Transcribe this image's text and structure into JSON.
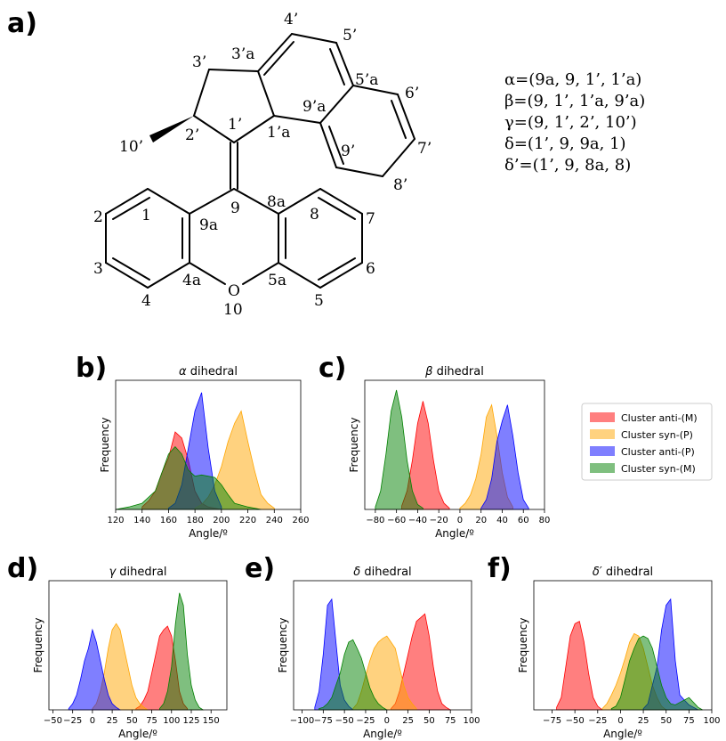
{
  "panel_labels": {
    "a": "a)",
    "b": "b)",
    "c": "c)",
    "d": "d)",
    "e": "e)",
    "f": "f)"
  },
  "molecule": {
    "atom_labels": {
      "n4p": "4’",
      "n5p": "5’",
      "n3pa": "3’a",
      "n3p": "3’",
      "n5pa": "5’a",
      "n6p": "6’",
      "n9pa": "9’a",
      "n1p": "1’",
      "n2p": "2’",
      "n1pa": "1’a",
      "n10p": "10’",
      "n9p": "9’",
      "n7p": "7’",
      "n8p": "8’",
      "n9": "9",
      "n8a": "8a",
      "n1": "1",
      "n2": "2",
      "n9a": "9a",
      "n8": "8",
      "n7": "7",
      "n3": "3",
      "n6": "6",
      "n4a": "4a",
      "nO": "O",
      "n5a": "5a",
      "n4": "4",
      "n5": "5",
      "n10": "10"
    },
    "dihedrals": [
      "α=(9a, 9, 1’, 1’a)",
      "β=(9, 1’, 1’a, 9’a)",
      "γ=(9, 1’, 2’, 10’)",
      "δ=(1’, 9, 9a, 1)",
      "δ’=(1’, 9, 8a, 8)"
    ]
  },
  "legend": {
    "items": [
      {
        "label": "Cluster anti-(M)",
        "color": "#ff0000"
      },
      {
        "label": "Cluster syn-(P)",
        "color": "#ffa500"
      },
      {
        "label": "Cluster anti-(P)",
        "color": "#0000ff"
      },
      {
        "label": "Cluster syn-(M)",
        "color": "#008000"
      }
    ]
  },
  "chart_data": [
    {
      "panel": "b)",
      "type": "area",
      "title": "α dihedral",
      "title_symbol": "α",
      "title_rest": " dihedral",
      "xlabel": "Angle/º",
      "ylabel": "Frequency",
      "xlim": [
        120,
        260
      ],
      "ylim": [
        0,
        1.05
      ],
      "xticks": [
        120,
        140,
        160,
        180,
        200,
        220,
        240,
        260
      ],
      "grid": false,
      "series": [
        {
          "name": "Cluster anti-(M)",
          "color": "#ff0000",
          "x": [
            140,
            145,
            150,
            155,
            160,
            165,
            170,
            175,
            180,
            185,
            190,
            195,
            200
          ],
          "y": [
            0.02,
            0.07,
            0.15,
            0.3,
            0.42,
            0.63,
            0.58,
            0.4,
            0.15,
            0.05,
            0.02,
            0.01,
            0
          ]
        },
        {
          "name": "Cluster syn-(P)",
          "color": "#ffa500",
          "x": [
            180,
            185,
            190,
            195,
            200,
            205,
            210,
            215,
            220,
            225,
            230,
            235,
            240
          ],
          "y": [
            0.01,
            0.04,
            0.1,
            0.2,
            0.35,
            0.55,
            0.7,
            0.8,
            0.55,
            0.32,
            0.12,
            0.05,
            0.01
          ]
        },
        {
          "name": "Cluster anti-(P)",
          "color": "#0000ff",
          "x": [
            160,
            165,
            170,
            175,
            180,
            185,
            190,
            195,
            200
          ],
          "y": [
            0.01,
            0.05,
            0.2,
            0.5,
            0.8,
            0.95,
            0.5,
            0.15,
            0.02
          ]
        },
        {
          "name": "Cluster syn-(M)",
          "color": "#008000",
          "x": [
            120,
            130,
            140,
            150,
            155,
            160,
            165,
            170,
            175,
            180,
            185,
            190,
            195,
            200,
            205,
            210,
            220,
            230
          ],
          "y": [
            0,
            0.02,
            0.05,
            0.15,
            0.3,
            0.45,
            0.51,
            0.45,
            0.32,
            0.27,
            0.28,
            0.27,
            0.26,
            0.2,
            0.12,
            0.05,
            0.02,
            0
          ]
        }
      ]
    },
    {
      "panel": "c)",
      "type": "area",
      "title": "β dihedral",
      "title_symbol": "β",
      "title_rest": " dihedral",
      "xlabel": "Angle/º",
      "ylabel": "Frequency",
      "xlim": [
        -90,
        80
      ],
      "ylim": [
        0,
        1.05
      ],
      "xticks": [
        -80,
        -60,
        -40,
        -20,
        0,
        20,
        40,
        60,
        80
      ],
      "grid": false,
      "series": [
        {
          "name": "Cluster anti-(M)",
          "color": "#ff0000",
          "x": [
            -55,
            -50,
            -45,
            -40,
            -35,
            -30,
            -25,
            -20,
            -15,
            -10
          ],
          "y": [
            0.03,
            0.15,
            0.4,
            0.7,
            0.88,
            0.7,
            0.4,
            0.15,
            0.05,
            0.01
          ]
        },
        {
          "name": "Cluster syn-(P)",
          "color": "#ffa500",
          "x": [
            0,
            5,
            10,
            15,
            20,
            25,
            30,
            35,
            40,
            45,
            50
          ],
          "y": [
            0.01,
            0.05,
            0.12,
            0.25,
            0.45,
            0.75,
            0.85,
            0.6,
            0.3,
            0.1,
            0.02
          ]
        },
        {
          "name": "Cluster anti-(P)",
          "color": "#0000ff",
          "x": [
            20,
            25,
            30,
            35,
            40,
            45,
            50,
            55,
            60,
            65
          ],
          "y": [
            0.01,
            0.08,
            0.25,
            0.55,
            0.72,
            0.85,
            0.6,
            0.3,
            0.08,
            0.01
          ]
        },
        {
          "name": "Cluster syn-(M)",
          "color": "#008000",
          "x": [
            -80,
            -75,
            -70,
            -65,
            -60,
            -55,
            -50,
            -45,
            -40,
            -35
          ],
          "y": [
            0.02,
            0.15,
            0.45,
            0.8,
            0.97,
            0.75,
            0.4,
            0.15,
            0.04,
            0.01
          ]
        }
      ]
    },
    {
      "panel": "d)",
      "type": "area",
      "title": "γ dihedral",
      "title_symbol": "γ",
      "title_rest": " dihedral",
      "xlabel": "Angle/º",
      "ylabel": "Frequency",
      "xlim": [
        -55,
        170
      ],
      "ylim": [
        0,
        1.05
      ],
      "xticks": [
        -50,
        -25,
        0,
        25,
        50,
        75,
        100,
        125,
        150
      ],
      "grid": false,
      "series": [
        {
          "name": "Cluster anti-(M)",
          "color": "#ff0000",
          "x": [
            55,
            60,
            65,
            70,
            75,
            80,
            85,
            90,
            95,
            100,
            105,
            110,
            115,
            120
          ],
          "y": [
            0.01,
            0.03,
            0.08,
            0.15,
            0.3,
            0.45,
            0.6,
            0.65,
            0.68,
            0.6,
            0.4,
            0.15,
            0.05,
            0.01
          ]
        },
        {
          "name": "Cluster syn-(P)",
          "color": "#ffa500",
          "x": [
            0,
            5,
            10,
            15,
            20,
            25,
            30,
            35,
            40,
            45,
            50,
            55,
            60,
            65,
            70
          ],
          "y": [
            0.01,
            0.05,
            0.15,
            0.3,
            0.5,
            0.65,
            0.7,
            0.65,
            0.5,
            0.35,
            0.2,
            0.1,
            0.05,
            0.02,
            0
          ]
        },
        {
          "name": "Cluster anti-(P)",
          "color": "#0000ff",
          "x": [
            -30,
            -25,
            -20,
            -15,
            -10,
            -5,
            0,
            5,
            10,
            15,
            20,
            25,
            30,
            35
          ],
          "y": [
            0.01,
            0.05,
            0.12,
            0.25,
            0.4,
            0.5,
            0.65,
            0.55,
            0.4,
            0.25,
            0.12,
            0.05,
            0.02,
            0
          ]
        },
        {
          "name": "Cluster syn-(M)",
          "color": "#008000",
          "x": [
            85,
            90,
            95,
            100,
            105,
            110,
            115,
            120,
            125,
            130,
            135,
            140
          ],
          "y": [
            0.01,
            0.05,
            0.15,
            0.35,
            0.7,
            0.95,
            0.85,
            0.45,
            0.2,
            0.08,
            0.02,
            0
          ]
        }
      ]
    },
    {
      "panel": "e)",
      "type": "area",
      "title": "δ dihedral",
      "title_symbol": "δ",
      "title_rest": " dihedral",
      "xlabel": "Angle/º",
      "ylabel": "Frequency",
      "xlim": [
        -110,
        100
      ],
      "ylim": [
        0,
        1.05
      ],
      "xticks": [
        -100,
        -75,
        -50,
        -25,
        0,
        25,
        50,
        75,
        100
      ],
      "grid": false,
      "series": [
        {
          "name": "Cluster anti-(M)",
          "color": "#ff0000",
          "x": [
            5,
            10,
            15,
            20,
            25,
            30,
            35,
            40,
            45,
            50,
            55,
            60,
            65,
            70,
            75
          ],
          "y": [
            0.01,
            0.05,
            0.15,
            0.3,
            0.45,
            0.6,
            0.72,
            0.75,
            0.78,
            0.6,
            0.35,
            0.15,
            0.05,
            0.02,
            0
          ]
        },
        {
          "name": "Cluster syn-(P)",
          "color": "#ffa500",
          "x": [
            -40,
            -35,
            -30,
            -25,
            -20,
            -15,
            -10,
            -5,
            0,
            5,
            10,
            15,
            20,
            25,
            30,
            35
          ],
          "y": [
            0.01,
            0.05,
            0.15,
            0.28,
            0.4,
            0.5,
            0.55,
            0.58,
            0.6,
            0.55,
            0.5,
            0.35,
            0.2,
            0.1,
            0.05,
            0.01
          ]
        },
        {
          "name": "Cluster anti-(P)",
          "color": "#0000ff",
          "x": [
            -85,
            -80,
            -75,
            -70,
            -65,
            -60,
            -55,
            -50,
            -45,
            -40
          ],
          "y": [
            0.02,
            0.15,
            0.45,
            0.85,
            0.9,
            0.55,
            0.2,
            0.08,
            0.03,
            0
          ]
        },
        {
          "name": "Cluster syn-(M)",
          "color": "#008000",
          "x": [
            -80,
            -75,
            -70,
            -65,
            -60,
            -55,
            -50,
            -45,
            -40,
            -35,
            -30,
            -25,
            -20,
            -15,
            -10,
            -5,
            0
          ],
          "y": [
            0.01,
            0.02,
            0.05,
            0.1,
            0.2,
            0.3,
            0.45,
            0.55,
            0.57,
            0.5,
            0.42,
            0.3,
            0.18,
            0.1,
            0.05,
            0.02,
            0
          ]
        }
      ]
    },
    {
      "panel": "f)",
      "type": "area",
      "title": "δ′ dihedral",
      "title_symbol": "δ′",
      "title_rest": " dihedral",
      "xlabel": "Angle/º",
      "ylabel": "Frequency",
      "xlim": [
        -95,
        100
      ],
      "ylim": [
        0,
        1.05
      ],
      "xticks": [
        -75,
        -50,
        -25,
        0,
        25,
        50,
        75,
        100
      ],
      "grid": false,
      "series": [
        {
          "name": "Cluster anti-(M)",
          "color": "#ff0000",
          "x": [
            -70,
            -65,
            -60,
            -55,
            -50,
            -45,
            -40,
            -35,
            -30,
            -25,
            -20
          ],
          "y": [
            0.02,
            0.1,
            0.35,
            0.6,
            0.7,
            0.72,
            0.55,
            0.3,
            0.1,
            0.03,
            0
          ]
        },
        {
          "name": "Cluster syn-(P)",
          "color": "#ffa500",
          "x": [
            -20,
            -15,
            -10,
            -5,
            0,
            5,
            10,
            15,
            20,
            25,
            30,
            35,
            40,
            45,
            50
          ],
          "y": [
            0.01,
            0.05,
            0.12,
            0.2,
            0.3,
            0.42,
            0.55,
            0.62,
            0.6,
            0.5,
            0.35,
            0.2,
            0.1,
            0.03,
            0
          ]
        },
        {
          "name": "Cluster anti-(P)",
          "color": "#0000ff",
          "x": [
            25,
            30,
            35,
            40,
            45,
            50,
            55,
            60,
            65,
            70,
            75,
            80,
            85
          ],
          "y": [
            0.01,
            0.05,
            0.2,
            0.35,
            0.65,
            0.85,
            0.9,
            0.4,
            0.12,
            0.08,
            0.04,
            0.02,
            0
          ]
        },
        {
          "name": "Cluster syn-(M)",
          "color": "#008000",
          "x": [
            -10,
            -5,
            0,
            5,
            10,
            15,
            20,
            25,
            30,
            35,
            40,
            45,
            50,
            55,
            60,
            65,
            70,
            75,
            80,
            85,
            90
          ],
          "y": [
            0.01,
            0.03,
            0.1,
            0.25,
            0.4,
            0.5,
            0.58,
            0.6,
            0.58,
            0.5,
            0.35,
            0.2,
            0.1,
            0.05,
            0.04,
            0.06,
            0.08,
            0.1,
            0.06,
            0.02,
            0
          ]
        }
      ]
    }
  ]
}
